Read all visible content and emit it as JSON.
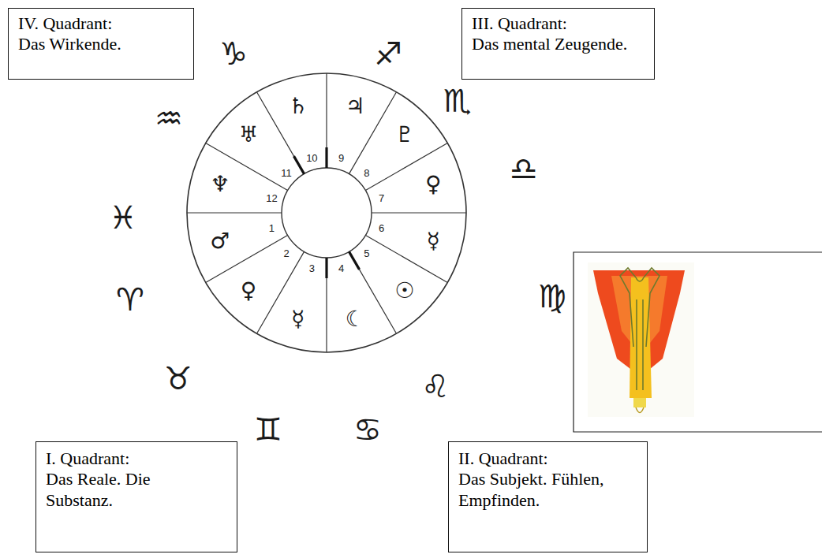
{
  "diagram": {
    "nodes": [
      {
        "text": [
          "IV. Quadrant:",
          "Das Wirkende."
        ]
      },
      {
        "text": [
          "III. Quadrant:",
          "Das mental Zeugende."
        ]
      },
      {
        "text": [
          "I. Quadrant:",
          "Das Reale. Die Substanz."
        ]
      },
      {
        "text": [
          "II. Quadrant:",
          "Das Subjekt. Fühlen, Empfinden."
        ]
      }
    ],
    "labels": [
      "♈",
      "♉",
      "♊",
      "♋",
      "♌",
      "♍",
      "♎",
      "♏",
      "♐",
      "♑",
      "♒",
      "♓",
      "♂",
      "♀",
      "☿",
      "☾",
      "☉",
      "☿",
      "♀",
      "♇",
      "♃",
      "♄",
      "♅",
      "♆",
      "1",
      "2",
      "3",
      "4",
      "5",
      "6",
      "7",
      "8",
      "9",
      "10",
      "11",
      "12"
    ]
  }
}
